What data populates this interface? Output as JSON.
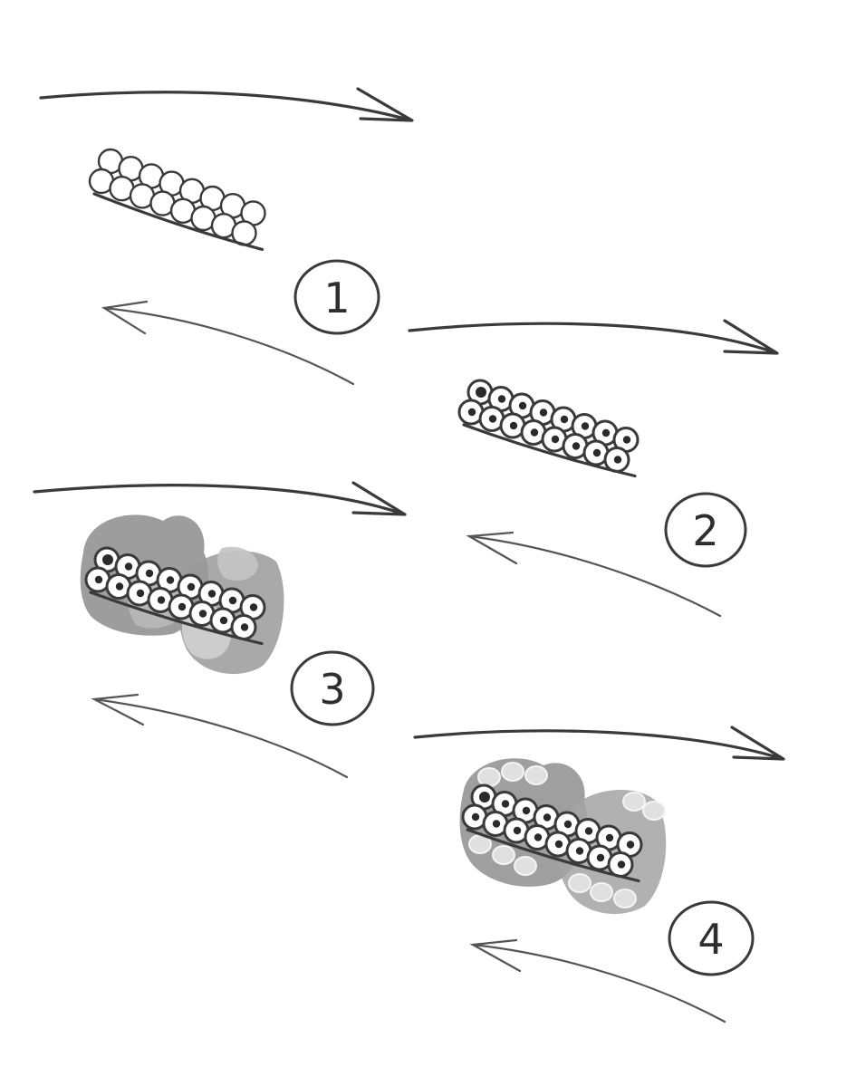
{
  "colors": {
    "stroke": "#3a3a3a",
    "shade_dark": "#8a8a8a",
    "shade_mid": "#a8a8a8",
    "shade_light": "#cfcfcf",
    "bead_center": "#2a2a2a"
  },
  "steps": [
    {
      "label": "1",
      "shading": "none",
      "centers": false
    },
    {
      "label": "2",
      "shading": "none",
      "centers": true
    },
    {
      "label": "3",
      "shading": "solid",
      "centers": true
    },
    {
      "label": "4",
      "shading": "sequin",
      "centers": true
    }
  ]
}
